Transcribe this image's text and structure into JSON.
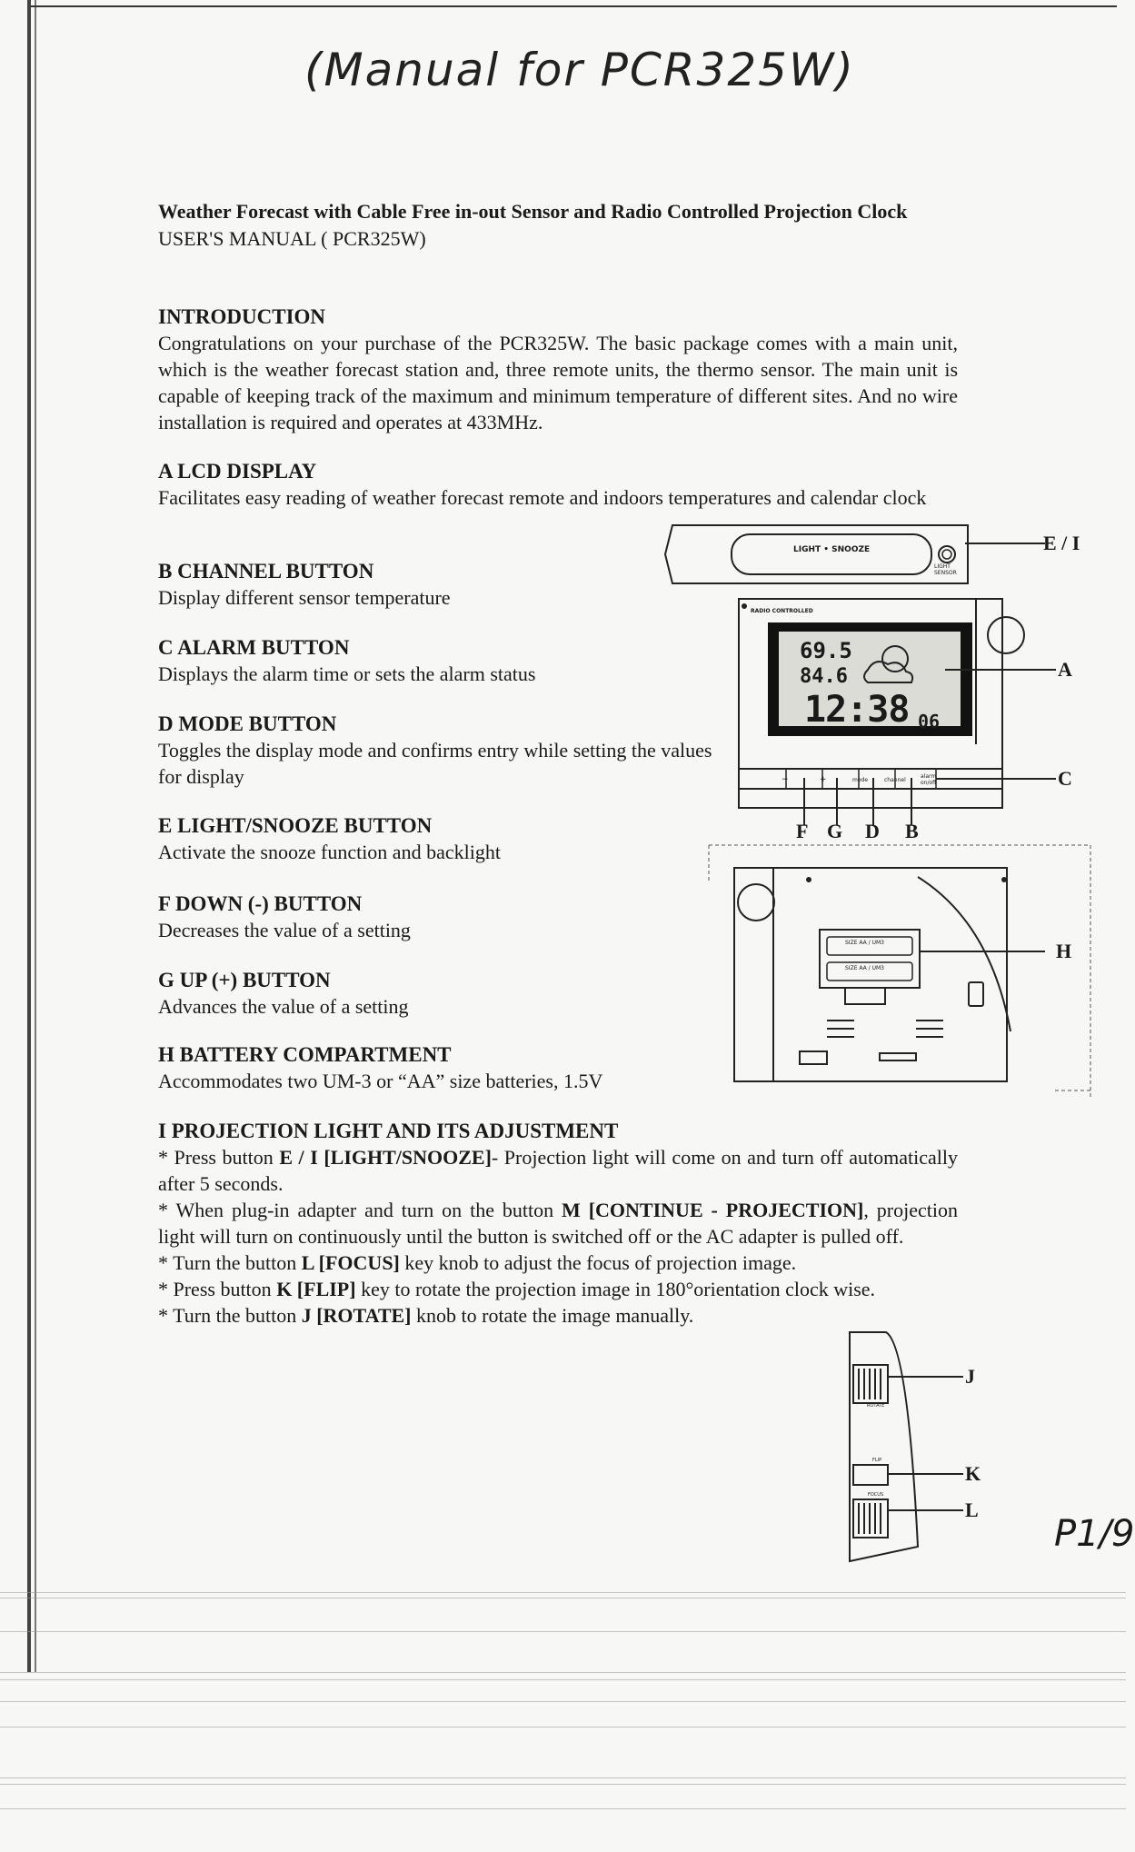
{
  "handwritten_note": "(Manual for PCR325W)",
  "title": "Weather Forecast with Cable Free in-out Sensor and Radio Controlled Projection Clock",
  "subtitle": "USER'S MANUAL ( PCR325W)",
  "intro": {
    "heading": "INTRODUCTION",
    "body": "Congratulations on your purchase of the PCR325W. The basic package comes with a main unit, which is the weather forecast station and, three remote units, the thermo sensor. The main unit is capable of keeping track of the maximum and minimum temperature of different sites. And no wire installation is required and operates at 433MHz."
  },
  "sections": [
    {
      "heading": "A LCD DISPLAY",
      "body": "Facilitates easy reading of weather forecast remote and indoors temperatures and calendar clock"
    },
    {
      "heading": "B CHANNEL BUTTON",
      "body": "Display different sensor temperature"
    },
    {
      "heading": "C ALARM BUTTON",
      "body": "Displays the alarm time or sets the alarm status"
    },
    {
      "heading": "D MODE BUTTON",
      "body": "Toggles the display mode and confirms entry while setting the values for display"
    },
    {
      "heading": "E LIGHT/SNOOZE BUTTON",
      "body": "Activate the snooze function and backlight"
    },
    {
      "heading": "F DOWN (-) BUTTON",
      "body": "Decreases the value of a setting"
    },
    {
      "heading": "G UP (+) BUTTON",
      "body": "Advances the value of a setting"
    },
    {
      "heading": "H BATTERY COMPARTMENT",
      "body": "Accommodates two UM-3 or “AA” size batteries, 1.5V"
    }
  ],
  "projection": {
    "heading": "I PROJECTION LIGHT AND ITS ADJUSTMENT",
    "items": [
      {
        "pre": "* Press button ",
        "key": "E / I [LIGHT/SNOOZE]",
        "post": "- Projection light will come on and turn off automatically after 5 seconds."
      },
      {
        "pre": "* When plug-in adapter and turn on the button ",
        "key": "M [CONTINUE - PROJECTION]",
        "post": ", projection light will turn on continuously until the button is switched off or the AC adapter is pulled off."
      },
      {
        "pre": "* Turn the button ",
        "key": "L [FOCUS]",
        "post": " key knob to adjust the focus of projection image."
      },
      {
        "pre": "* Press button ",
        "key": "K [FLIP]",
        "post": " key to rotate the projection image in 180°orientation clock wise."
      },
      {
        "pre": "* Turn the button ",
        "key": "J [ROTATE]",
        "post": " knob to rotate the image manually."
      }
    ]
  },
  "diagram": {
    "top_label": "LIGHT • SNOOZE",
    "top_small": "LIGHT SENSOR",
    "radio_label": "RADIO CONTROLLED",
    "lcd_line1": "69.5",
    "lcd_line2": "84.6",
    "lcd_time": "12:38",
    "lcd_seconds": "06",
    "button_labels": [
      "−",
      "+",
      "mode",
      "channel",
      "alarm on/off"
    ],
    "battery_label": "SIZE AA / UM3",
    "side_labels": {
      "rotate": "ROTATE",
      "flip": "FLIP",
      "focus": "FOCUS"
    },
    "callouts": {
      "ei": "E / I",
      "a": "A",
      "c": "C",
      "f": "F",
      "g": "G",
      "d": "D",
      "b": "B",
      "h": "H",
      "j": "J",
      "k": "K",
      "l": "L"
    }
  },
  "page_number": "P1/9"
}
